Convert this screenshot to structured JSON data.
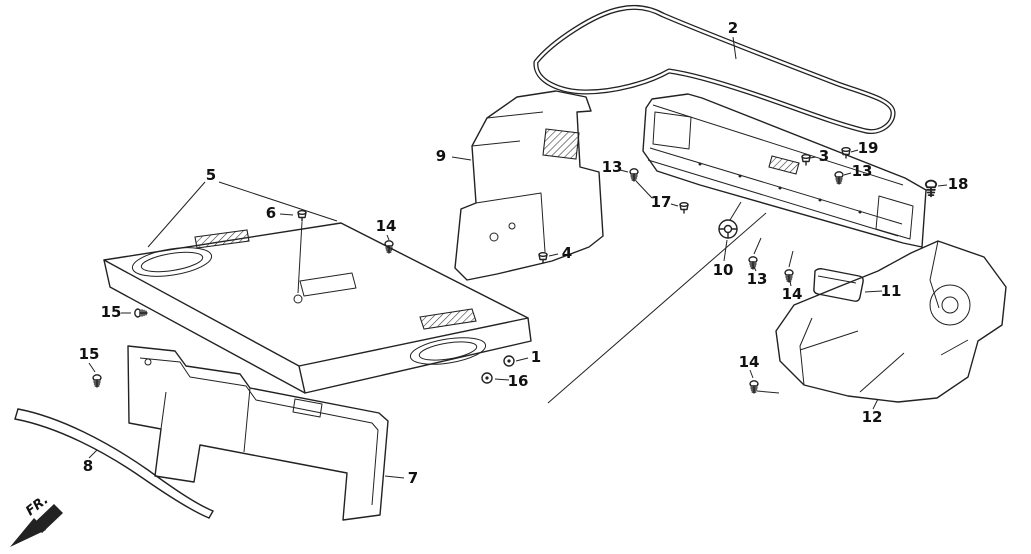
{
  "diagram": {
    "description": "Exploded parts diagram of rear tray, rear panel and trunk lining components",
    "direction_indicator": "FR.",
    "colors": {
      "line": "#222222",
      "text": "#111111",
      "background": "#ffffff"
    },
    "callouts": [
      {
        "part": "2"
      },
      {
        "part": "9"
      },
      {
        "part": "13"
      },
      {
        "part": "3"
      },
      {
        "part": "19"
      },
      {
        "part": "13"
      },
      {
        "part": "18"
      },
      {
        "part": "17"
      },
      {
        "part": "5"
      },
      {
        "part": "6"
      },
      {
        "part": "14"
      },
      {
        "part": "4"
      },
      {
        "part": "10"
      },
      {
        "part": "13"
      },
      {
        "part": "14"
      },
      {
        "part": "11"
      },
      {
        "part": "15"
      },
      {
        "part": "15"
      },
      {
        "part": "1"
      },
      {
        "part": "16"
      },
      {
        "part": "14"
      },
      {
        "part": "12"
      },
      {
        "part": "7"
      },
      {
        "part": "8"
      }
    ]
  }
}
